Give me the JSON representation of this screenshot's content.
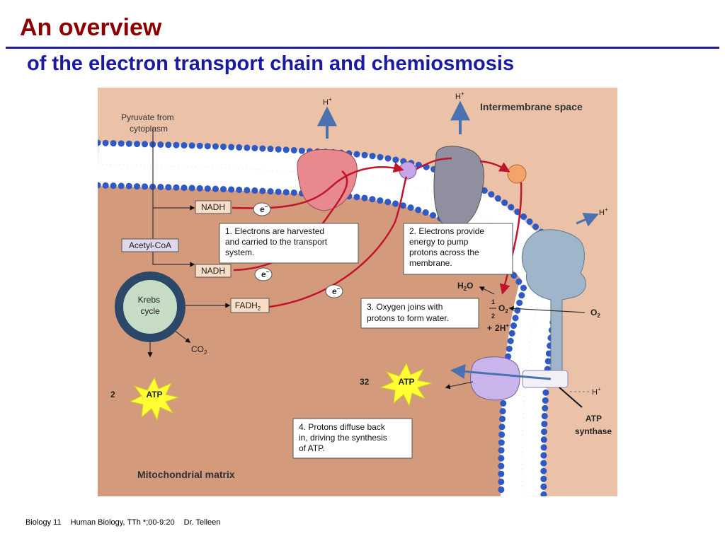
{
  "slide": {
    "title": "An overview",
    "subtitle": "of the electron transport chain and chemiosmosis"
  },
  "figure": {
    "labels": {
      "pyruvate": [
        "Pyruvate from",
        "cytoplasm"
      ],
      "intermembrane_space": "Intermembrane space",
      "mitochondrial_matrix": "Mitochondrial matrix",
      "acetyl_coa": "Acetyl-CoA",
      "nadh_1": "NADH",
      "nadh_2": "NADH",
      "fadh": "FADH",
      "fadh_sub": "2",
      "krebs": [
        "Krebs",
        "cycle"
      ],
      "co2": "CO",
      "co2_sub": "2",
      "electron": "e",
      "electron_sup": "–",
      "h_plus": "H",
      "h_plus_sup": "+",
      "h2o_h": "H",
      "h2o_sub": "2",
      "h2o_o": "O",
      "half_num": "1",
      "half_den": "2",
      "o2_sym": "O",
      "o2_sub": "2",
      "plus_2h": "+",
      "two_h": "2H",
      "atp": "ATP",
      "atp_count_small": "2",
      "atp_count_large": "32",
      "atp_synthase": [
        "ATP",
        "synthase"
      ]
    },
    "callouts": {
      "step1": [
        "1. Electrons are harvested",
        "and carried to the transport",
        "system."
      ],
      "step2": [
        "2. Electrons provide",
        "energy to pump",
        "protons across the",
        "membrane."
      ],
      "step3": [
        "3. Oxygen joins with",
        "protons to form water."
      ],
      "step4": [
        "4. Protons diffuse back",
        "in, driving the synthesis",
        "of ATP."
      ]
    },
    "colors": {
      "matrix": "#d39b7c",
      "intermembrane": "#ebc2a8",
      "membrane_head": "#2f59c4",
      "complex_1": "#e8888f",
      "complex_2": "#c7a6e8",
      "complex_3": "#8f8fa0",
      "complex_4": "#f4a36a",
      "synthase": "#9fb5c9",
      "synthase_head": "#c9b5ec",
      "electron_path": "#c0152d",
      "proton_arrow": "#4a72b0",
      "krebs": "#c6dcc4",
      "krebs_ring": "#2c4868",
      "atp_star": "#ffff33"
    }
  },
  "footer": {
    "course": "Biology 11",
    "topic": "Human Biology,  TTh *;00-9:20",
    "instructor": "Dr. Telleen"
  }
}
